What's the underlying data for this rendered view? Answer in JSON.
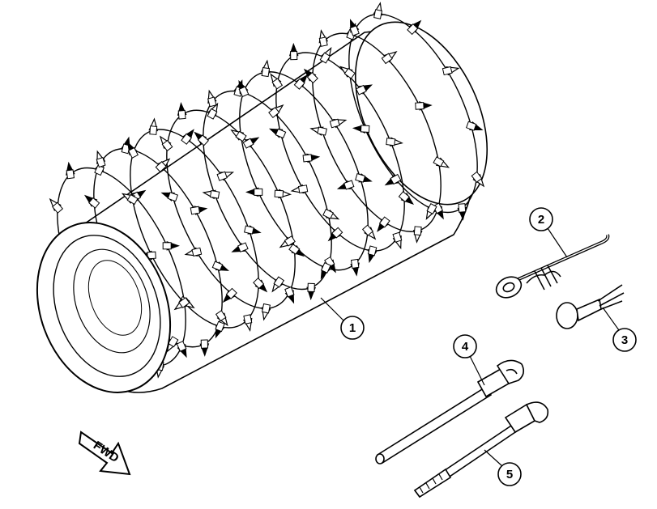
{
  "callouts": [
    {
      "label": "1"
    },
    {
      "label": "2"
    },
    {
      "label": "3"
    },
    {
      "label": "4"
    },
    {
      "label": "5"
    }
  ],
  "direction_arrow": {
    "label": "FWD"
  },
  "colors": {
    "line": "#000000",
    "background": "#ffffff",
    "fill": "#ffffff"
  }
}
